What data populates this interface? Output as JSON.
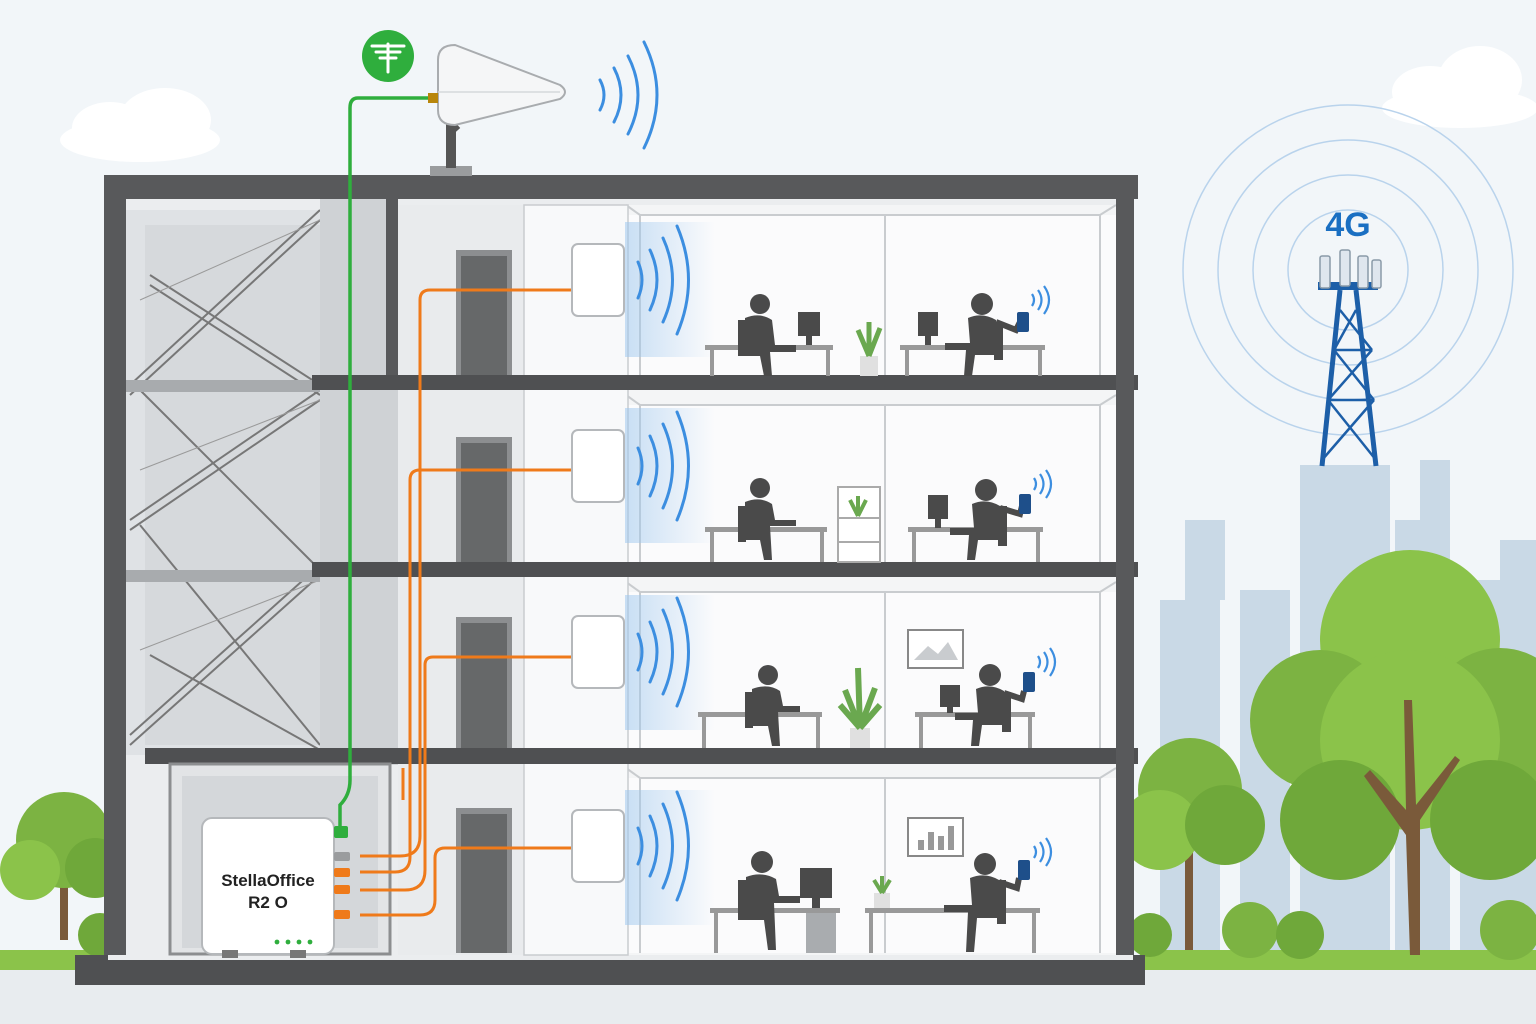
{
  "repeater": {
    "label_line1": "StellaOffice",
    "label_line2": "R2 O"
  },
  "tower": {
    "label": "4G"
  },
  "colors": {
    "sky": "#f2f6f9",
    "building_frame": "#58595b",
    "floor_slab": "#4f5052",
    "wall": "#f4f5f6",
    "coax_feeder": "#2fae3d",
    "coax_distribution": "#ef7a1a",
    "signal": "#3c8ee0",
    "tower": "#1d5fa8",
    "tree": "#7cb342",
    "silhouette": "#4a4a4a",
    "skyline": "#c9d9e6"
  },
  "icons": {
    "outdoor_antenna_badge": "antenna-icon",
    "donor_antenna": "log-periodic-antenna-icon",
    "indoor_antenna": "panel-antenna-icon",
    "signal": "wifi-signal-icon",
    "tower": "cell-tower-icon"
  },
  "floors": [
    {
      "floor": 4,
      "coverage_antenna": true,
      "workstations": 2,
      "people_on_phone": 1
    },
    {
      "floor": 3,
      "coverage_antenna": true,
      "workstations": 2,
      "people_on_phone": 1
    },
    {
      "floor": 2,
      "coverage_antenna": true,
      "workstations": 2,
      "people_on_phone": 1
    },
    {
      "floor": 1,
      "coverage_antenna": true,
      "workstations": 2,
      "people_on_phone": 1
    }
  ]
}
